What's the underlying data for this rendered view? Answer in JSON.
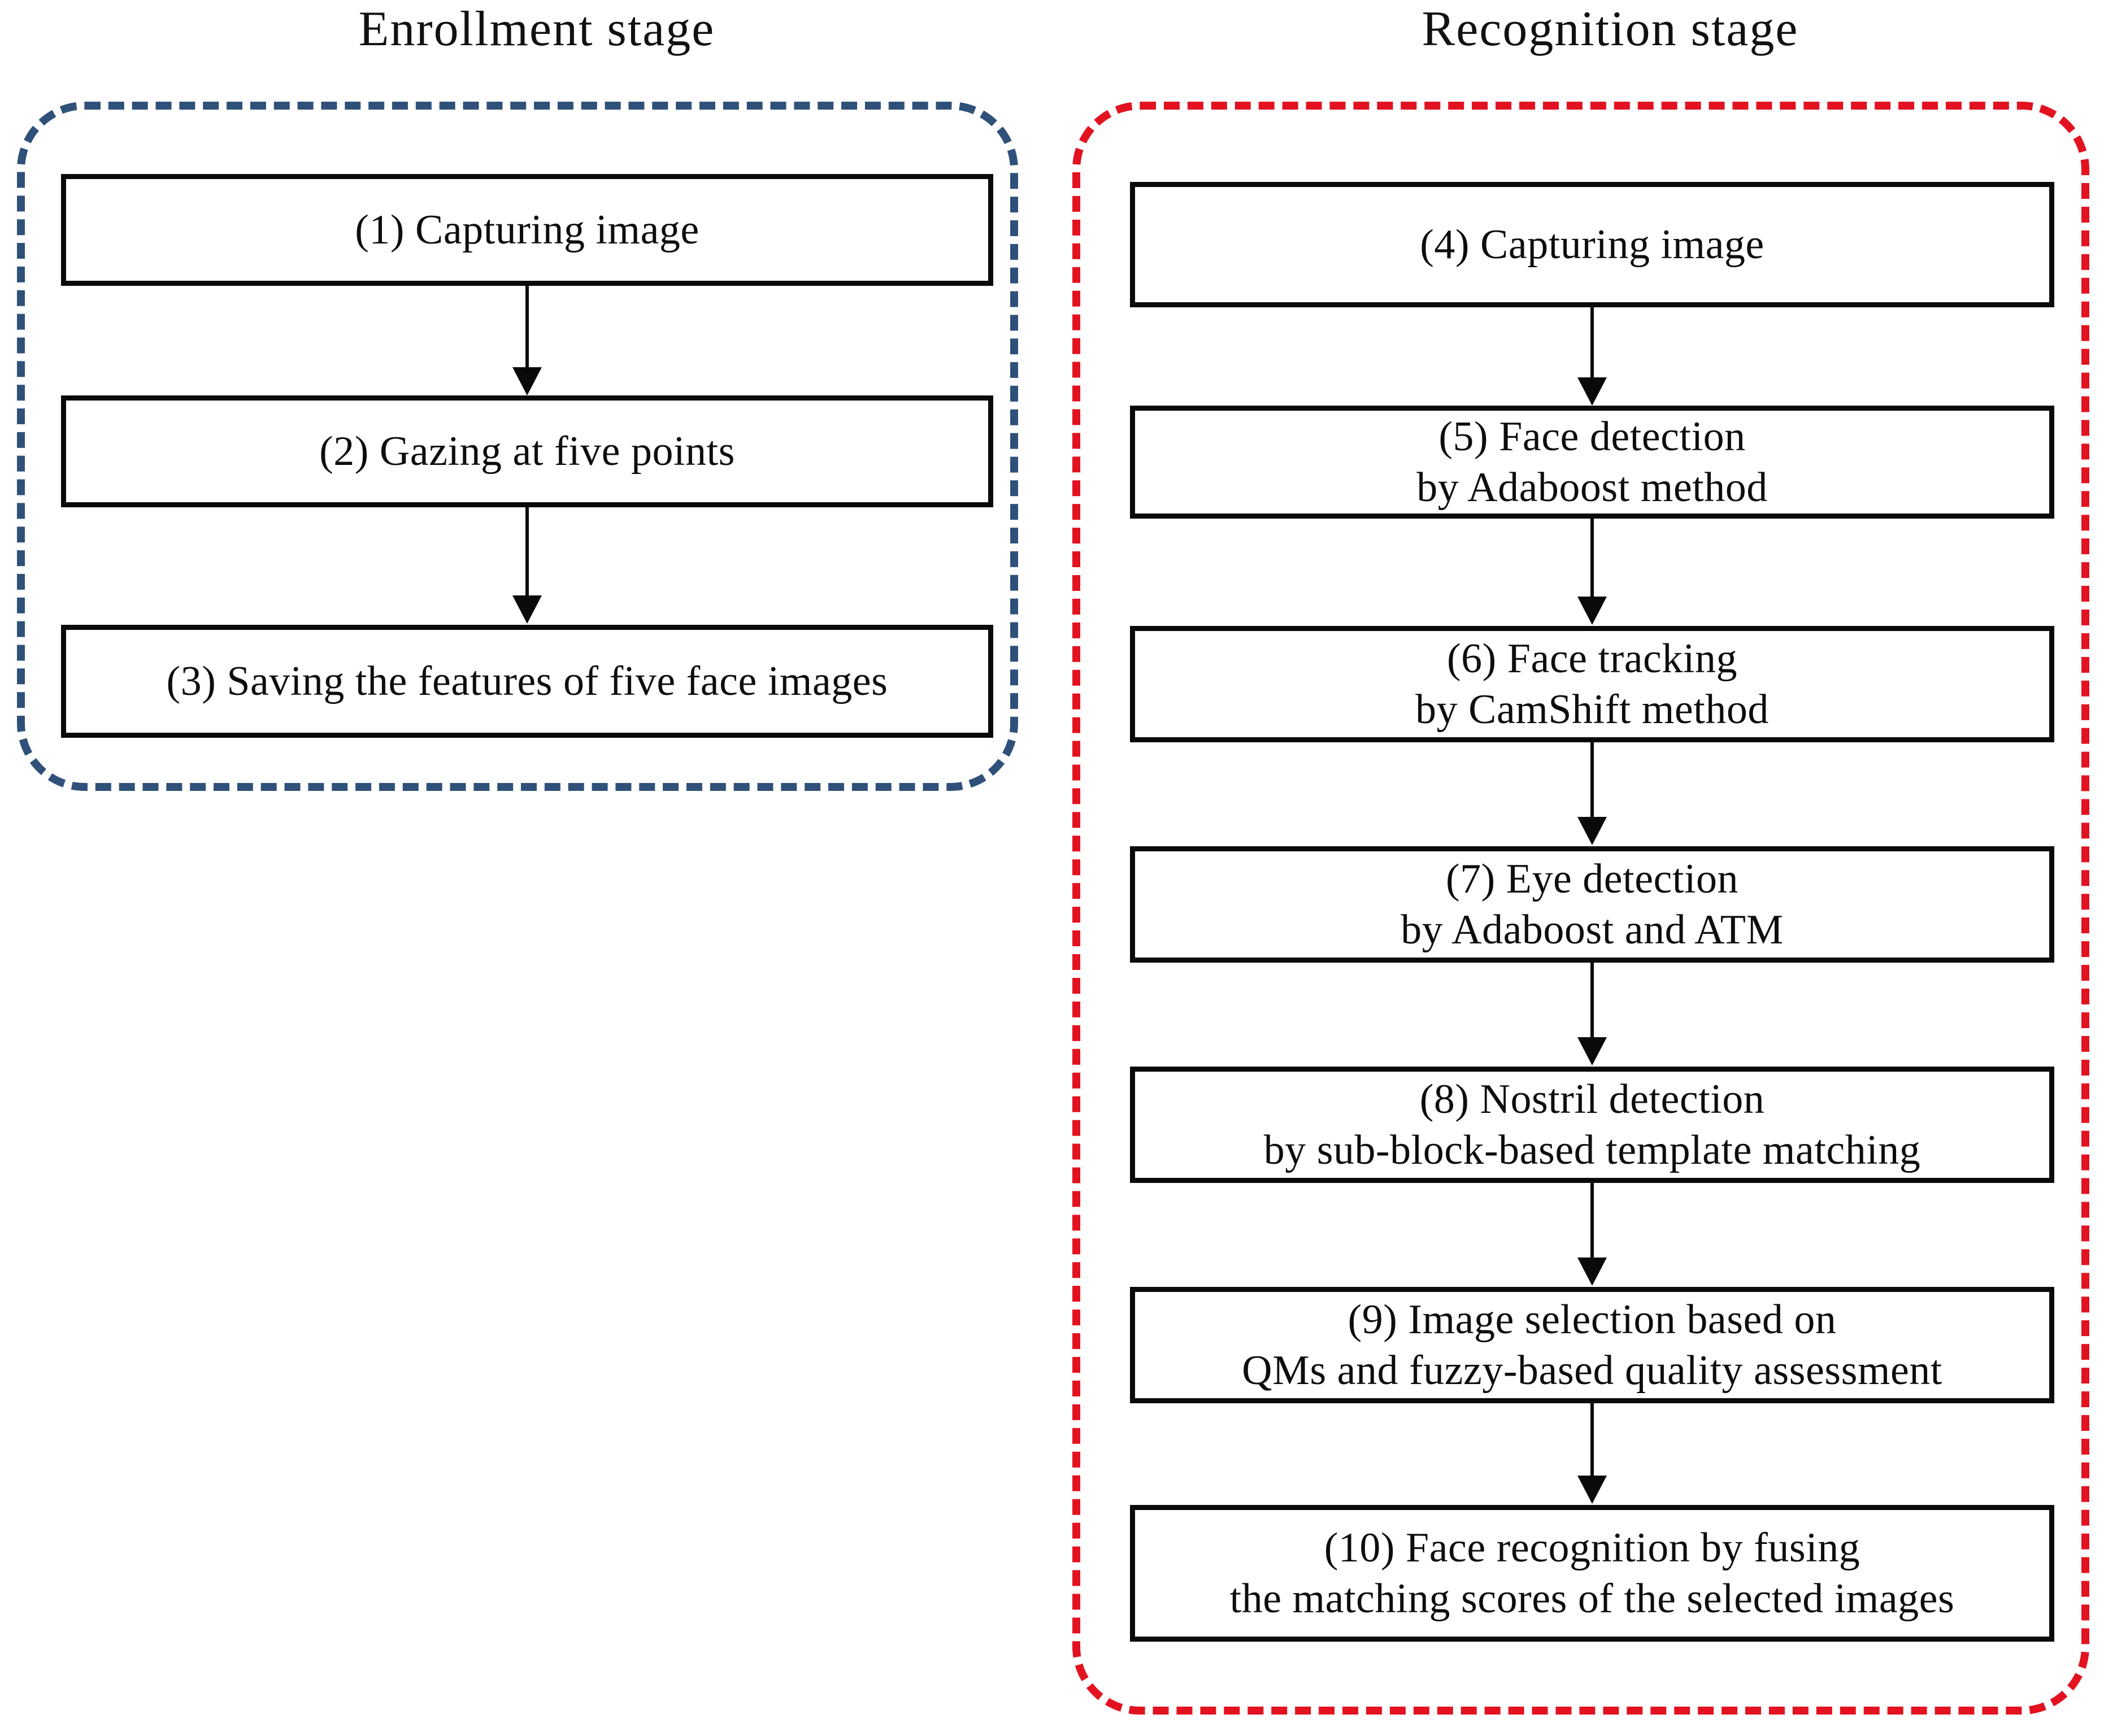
{
  "diagram": {
    "title": "Face recognition system flowchart",
    "colors": {
      "enrollment_border": "#2f5179",
      "recognition_border": "#e21220",
      "box_border": "#0a0a0a",
      "text": "#0d0d0d",
      "background": "#ffffff"
    }
  },
  "stages": {
    "enrollment": {
      "heading": "Enrollment stage",
      "border_style": "dashed",
      "border_color": "#2f5179",
      "steps": [
        {
          "id": "1",
          "label": "(1) Capturing image",
          "lines": [
            "(1) Capturing image"
          ]
        },
        {
          "id": "2",
          "label": "(2) Gazing at five points",
          "lines": [
            "(2) Gazing at five points"
          ]
        },
        {
          "id": "3",
          "label": "(3) Saving the features of five face images",
          "lines": [
            "(3) Saving the features of five face images"
          ]
        }
      ]
    },
    "recognition": {
      "heading": "Recognition stage",
      "border_style": "dashed",
      "border_color": "#e21220",
      "steps": [
        {
          "id": "4",
          "label": "(4) Capturing image",
          "lines": [
            "(4) Capturing image"
          ]
        },
        {
          "id": "5",
          "label": "(5) Face detection by Adaboost method",
          "lines": [
            "(5) Face detection",
            "by Adaboost method"
          ]
        },
        {
          "id": "6",
          "label": "(6) Face tracking by CamShift method",
          "lines": [
            "(6) Face tracking",
            "by CamShift method"
          ]
        },
        {
          "id": "7",
          "label": "(7) Eye detection by Adaboost and ATM",
          "lines": [
            "(7) Eye detection",
            "by Adaboost and ATM"
          ]
        },
        {
          "id": "8",
          "label": "(8) Nostril detection by sub-block-based template matching",
          "lines": [
            "(8) Nostril detection",
            "by sub-block-based template matching"
          ]
        },
        {
          "id": "9",
          "label": "(9) Image selection based on QMs and fuzzy-based quality assessment",
          "lines": [
            "(9) Image selection based on",
            "QMs and fuzzy-based quality assessment"
          ]
        },
        {
          "id": "10",
          "label": "(10) Face recognition by fusing the matching scores of the selected images",
          "lines": [
            "(10) Face recognition by fusing",
            "the matching scores of the selected images"
          ]
        }
      ]
    }
  },
  "connectors": [
    {
      "from": "1",
      "to": "2",
      "icon": "down-arrow-icon"
    },
    {
      "from": "2",
      "to": "3",
      "icon": "down-arrow-icon"
    },
    {
      "from": "4",
      "to": "5",
      "icon": "down-arrow-icon"
    },
    {
      "from": "5",
      "to": "6",
      "icon": "down-arrow-icon"
    },
    {
      "from": "6",
      "to": "7",
      "icon": "down-arrow-icon"
    },
    {
      "from": "7",
      "to": "8",
      "icon": "down-arrow-icon"
    },
    {
      "from": "8",
      "to": "9",
      "icon": "down-arrow-icon"
    },
    {
      "from": "9",
      "to": "10",
      "icon": "down-arrow-icon"
    }
  ]
}
